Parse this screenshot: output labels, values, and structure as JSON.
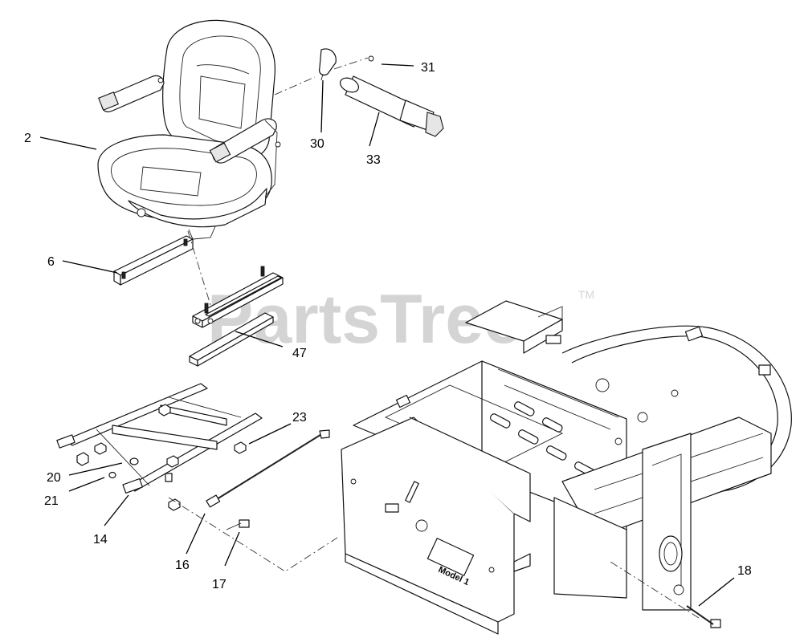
{
  "watermark": {
    "text": "PartsTree",
    "trademark": "TM"
  },
  "callouts": [
    {
      "id": "2",
      "label": "2"
    },
    {
      "id": "6",
      "label": "6"
    },
    {
      "id": "14",
      "label": "14"
    },
    {
      "id": "16",
      "label": "16"
    },
    {
      "id": "17",
      "label": "17"
    },
    {
      "id": "18",
      "label": "18"
    },
    {
      "id": "20",
      "label": "20"
    },
    {
      "id": "21",
      "label": "21"
    },
    {
      "id": "23",
      "label": "23"
    },
    {
      "id": "30",
      "label": "30"
    },
    {
      "id": "31",
      "label": "31"
    },
    {
      "id": "33",
      "label": "33"
    },
    {
      "id": "47",
      "label": "47"
    }
  ],
  "frame_plate": {
    "model_text": "Model 1"
  }
}
